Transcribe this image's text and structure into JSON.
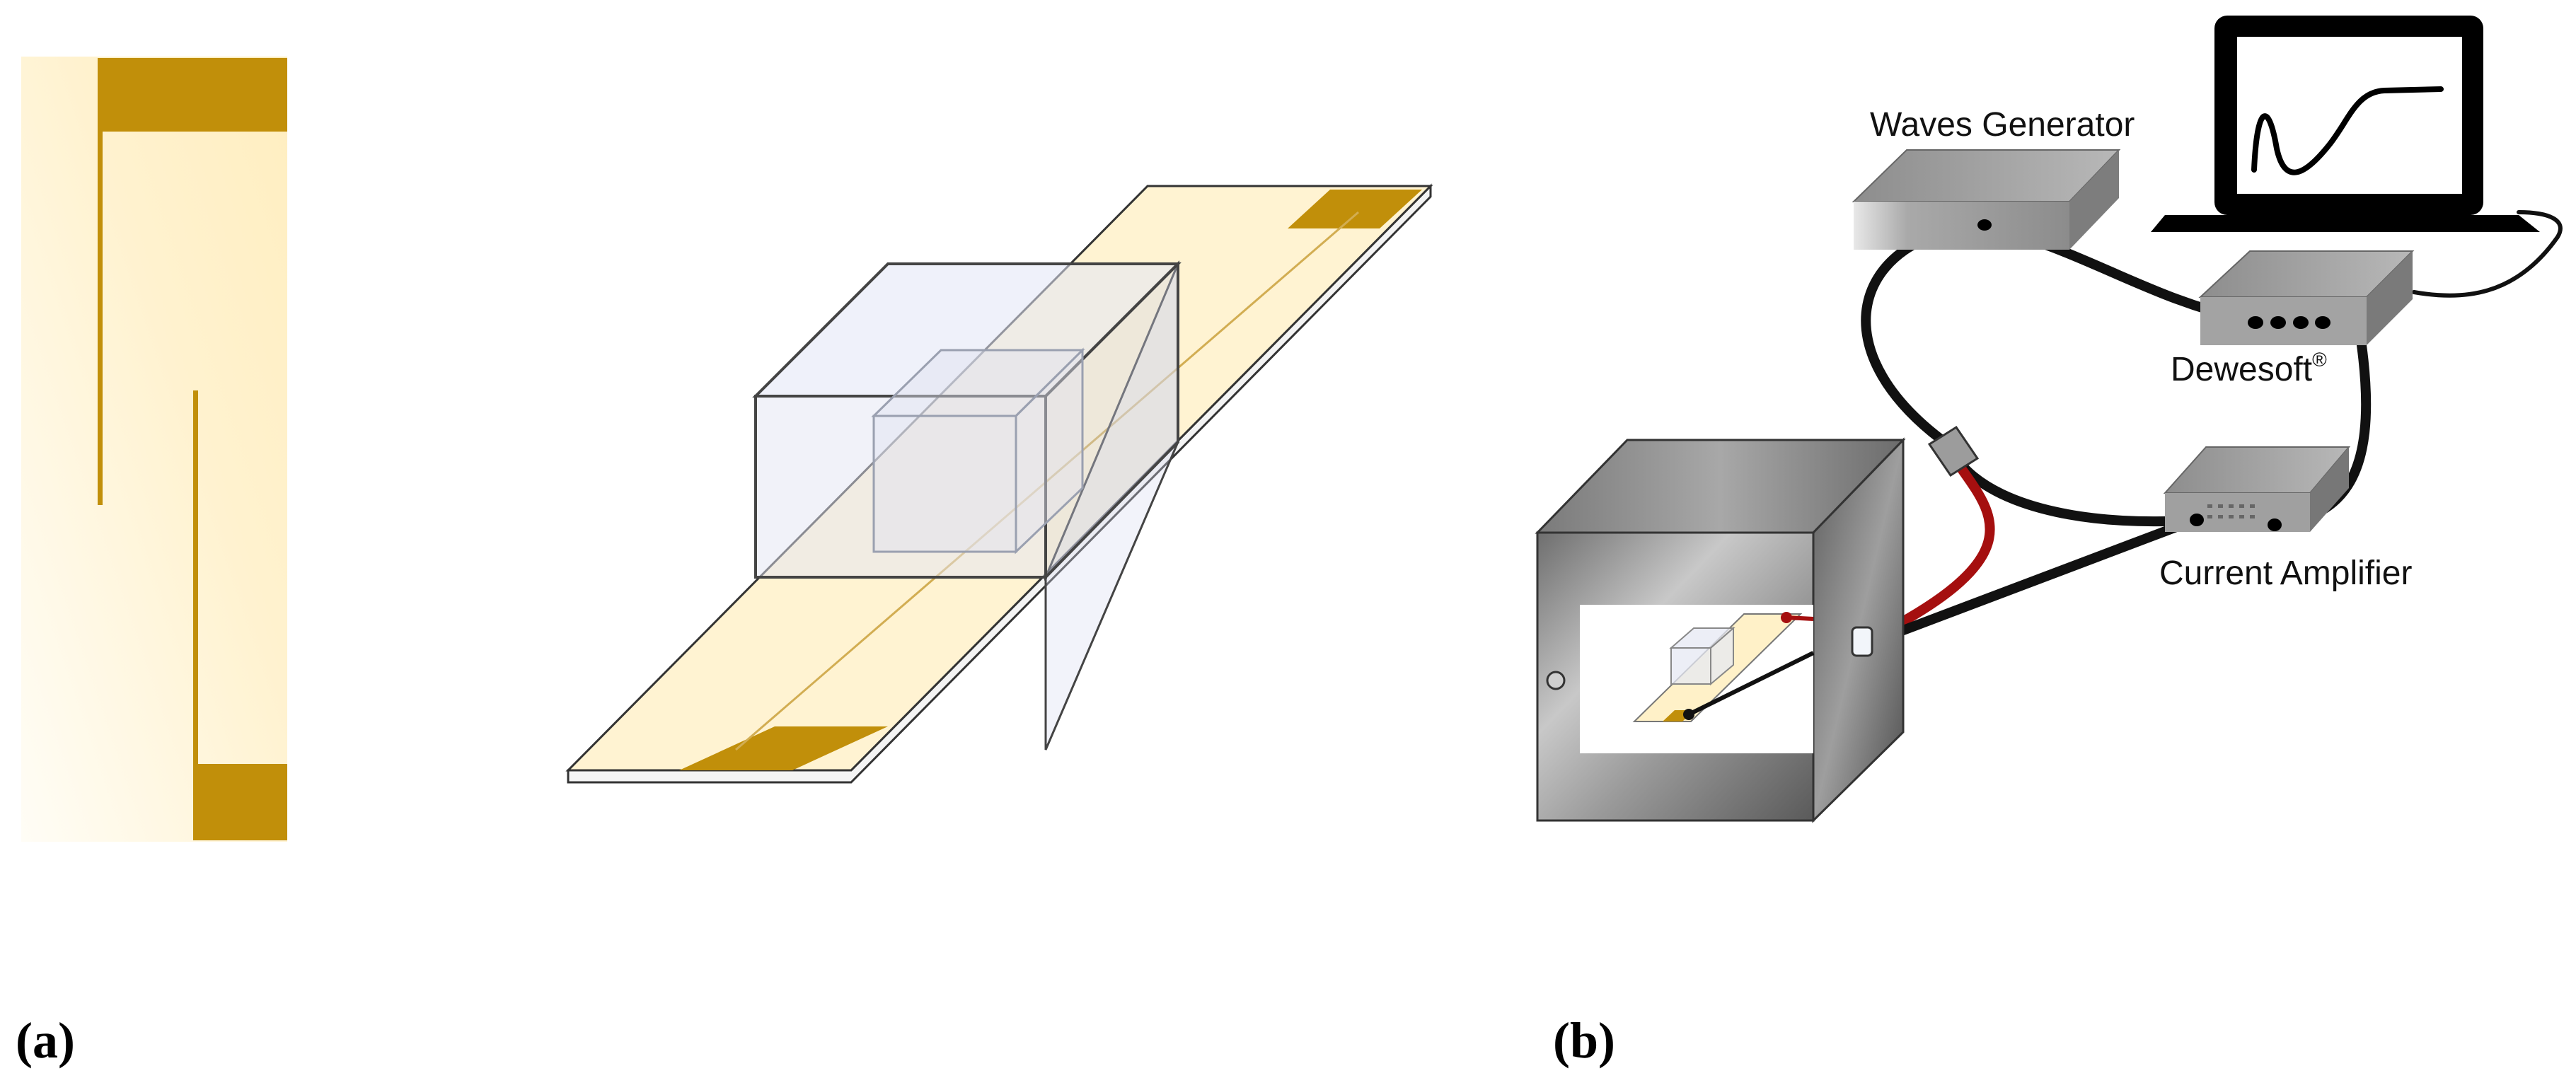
{
  "panels": {
    "a": {
      "label": "(a)"
    },
    "b": {
      "label": "(b)"
    }
  },
  "devices": {
    "waves_generator": "Waves Generator",
    "acquisition": "Dewesoft",
    "acquisition_mark": "®",
    "current_amplifier": "Current Amplifier"
  },
  "colors": {
    "electrode_gold": "#c18f0a",
    "substrate_cream": "#fff3cf",
    "cable_black": "#111111",
    "cable_red": "#a50f0f",
    "box_gray": "#8a8a8a"
  }
}
